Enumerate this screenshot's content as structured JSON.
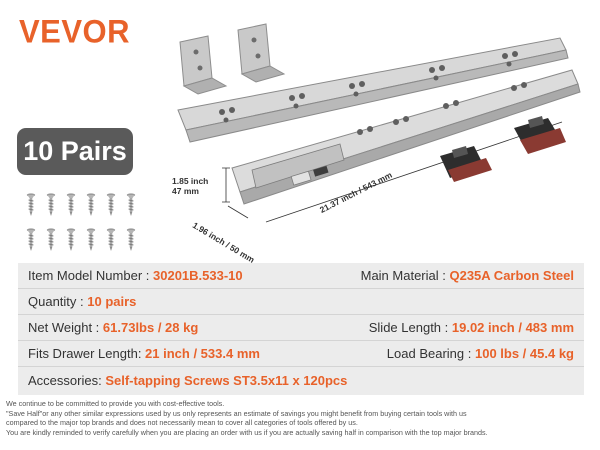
{
  "brand": {
    "logo_text": "VEVOR",
    "accent": "#e8622a"
  },
  "badge": {
    "label": "10 Pairs",
    "background": "#5a5a5a"
  },
  "dimensions": {
    "height": "1.85 inch\n47 mm",
    "height_inch": "1.85 inch",
    "height_mm": "47 mm",
    "width": "1.96 inch / 50 mm",
    "length": "21.37 inch / 543 mm"
  },
  "specs": {
    "model_label": "Item Model Number : ",
    "model_value": "30201B.533-10",
    "material_label": "Main Material : ",
    "material_value": "Q235A Carbon Steel",
    "quantity_label": "Quantity : ",
    "quantity_value": "10 pairs",
    "weight_label": "Net Weight : ",
    "weight_value": "61.73lbs / 28 kg",
    "slide_label": "Slide Length : ",
    "slide_value": "19.02 inch / 483 mm",
    "drawer_label": "Fits Drawer Length: ",
    "drawer_value": "21 inch / 533.4 mm",
    "load_label": "Load Bearing : ",
    "load_value": "100 lbs / 45.4 kg",
    "accessories_label": "Accessories: ",
    "accessories_value": "Self-tapping Screws ST3.5x11 x 120pcs"
  },
  "disclaimer": {
    "line1": "We continue to be committed to provide you with cost-effective tools.",
    "line2": "\"Save Half\"or any other similar expressions used by us only represents an estimate of savings you might benefit from buying certain tools with us",
    "line3": "compared to the major top brands and does not necessarily mean to cover all categories of tools offered by us.",
    "line4": "You are kindly reminded to verify carefully when you are placing an order with us if you are actually saving half in comparison with the top major brands."
  }
}
